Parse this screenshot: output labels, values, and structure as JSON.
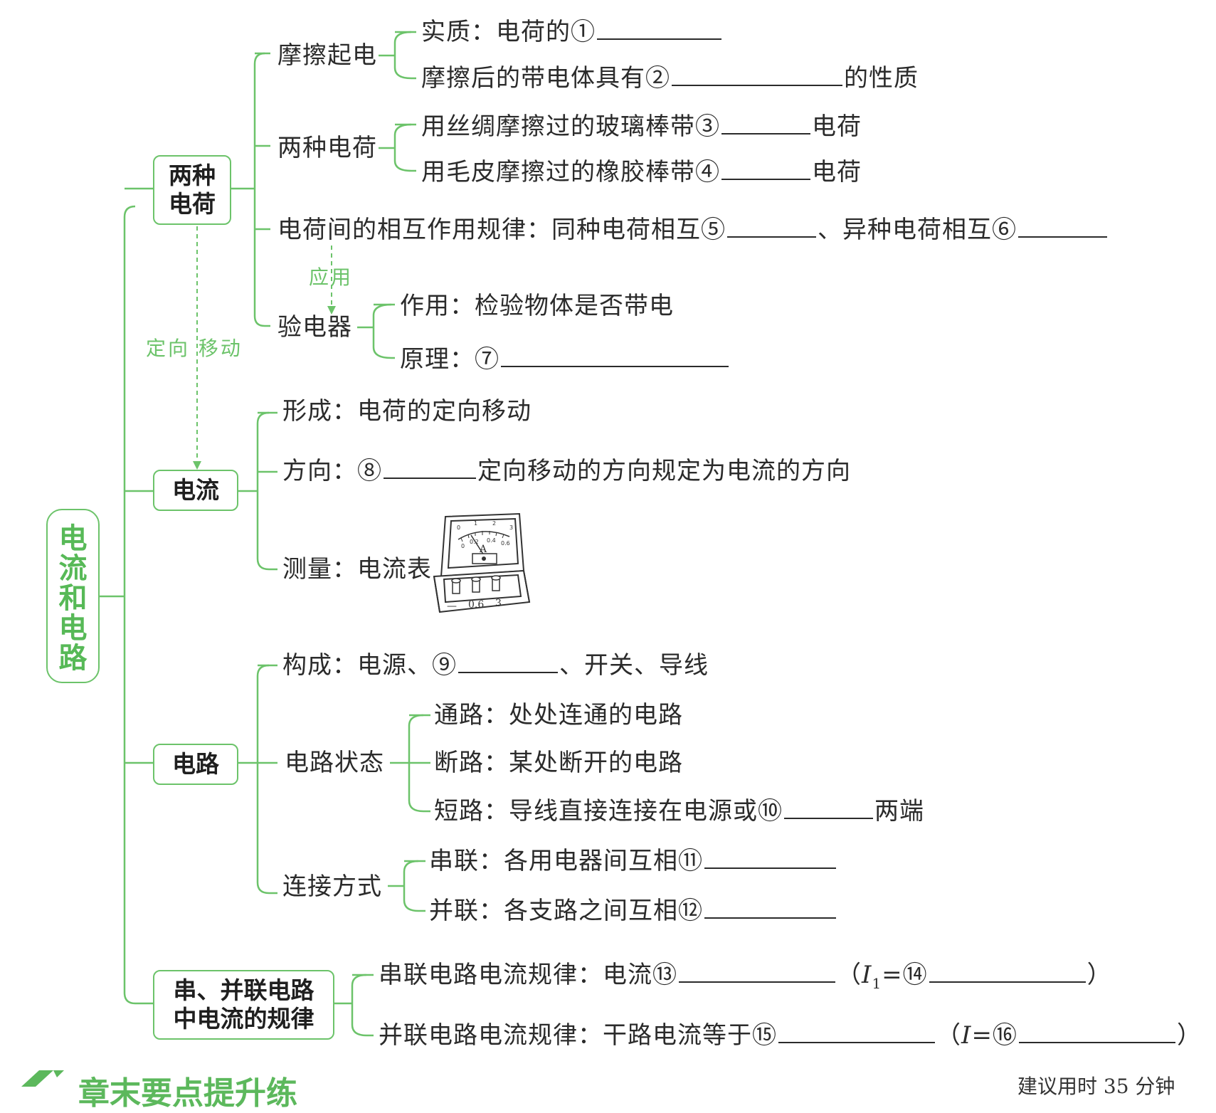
{
  "root": {
    "title_chars": [
      "电",
      "流",
      "和",
      "电",
      "路"
    ]
  },
  "labels": {
    "ding_xiang_yi_dong": "定向 移动",
    "ying_yong": "应用"
  },
  "sections": [
    {
      "title": "两种电荷",
      "items": [
        {
          "label": "摩擦起电",
          "leaves": [
            {
              "pre": "实质：电荷的①",
              "post": ""
            },
            {
              "pre": "摩擦后的带电体具有②",
              "post": "的性质"
            }
          ]
        },
        {
          "label": "两种电荷",
          "leaves": [
            {
              "pre": "用丝绸摩擦过的玻璃棒带③",
              "post": "电荷"
            },
            {
              "pre": "用毛皮摩擦过的橡胶棒带④",
              "post": "电荷"
            }
          ]
        },
        {
          "label": "电荷间的相互作用规律：同种电荷相互⑤",
          "mid": "、异种电荷相互⑥"
        },
        {
          "label": "验电器",
          "leaves": [
            {
              "pre": "作用：检验物体是否带电"
            },
            {
              "pre": "原理：⑦",
              "post": ""
            }
          ]
        }
      ]
    },
    {
      "title": "电流",
      "items": [
        {
          "label": "形成：电荷的定向移动"
        },
        {
          "label": "方向：⑧",
          "post": "定向移动的方向规定为电流的方向"
        },
        {
          "label": "测量：电流表"
        }
      ]
    },
    {
      "title": "电路",
      "items": [
        {
          "label": "构成：电源、⑨",
          "post": "、开关、导线"
        },
        {
          "label": "电路状态",
          "leaves": [
            {
              "pre": "通路：处处连通的电路"
            },
            {
              "pre": "断路：某处断开的电路"
            },
            {
              "pre": "短路：导线直接连接在电源或⑩",
              "post": "两端"
            }
          ]
        },
        {
          "label": "连接方式",
          "leaves": [
            {
              "pre": "串联：各用电器间互相⑪",
              "post": ""
            },
            {
              "pre": "并联：各支路之间互相⑫",
              "post": ""
            }
          ]
        }
      ]
    },
    {
      "title": "串、并联电路中电流的规律",
      "title_lines": [
        "串、并联电路",
        "中电流的规律"
      ],
      "items": [
        {
          "pre": "串联电路电流规律：电流⑬",
          "paren_open": "（",
          "var": "I",
          "subscript": "1",
          "eq": "=⑭",
          "paren_close": "）"
        },
        {
          "pre": "并联电路电流规律：干路电流等于⑮",
          "paren_open": "（",
          "var": "I",
          "eq": "=⑯",
          "paren_close": "）"
        }
      ]
    }
  ],
  "ammeter": {
    "scale_top": [
      "0",
      "1",
      "2",
      "3"
    ],
    "scale_bottom": [
      "0",
      "0.2",
      "0.4",
      "0.6"
    ],
    "unit": "A",
    "terminals": [
      "—",
      "0.6",
      "3"
    ]
  },
  "footer": {
    "title": "章末要点提升练",
    "right": "建议用时 35 分钟"
  },
  "colors": {
    "accent": "#6cc36a",
    "text": "#2b2b2b"
  }
}
